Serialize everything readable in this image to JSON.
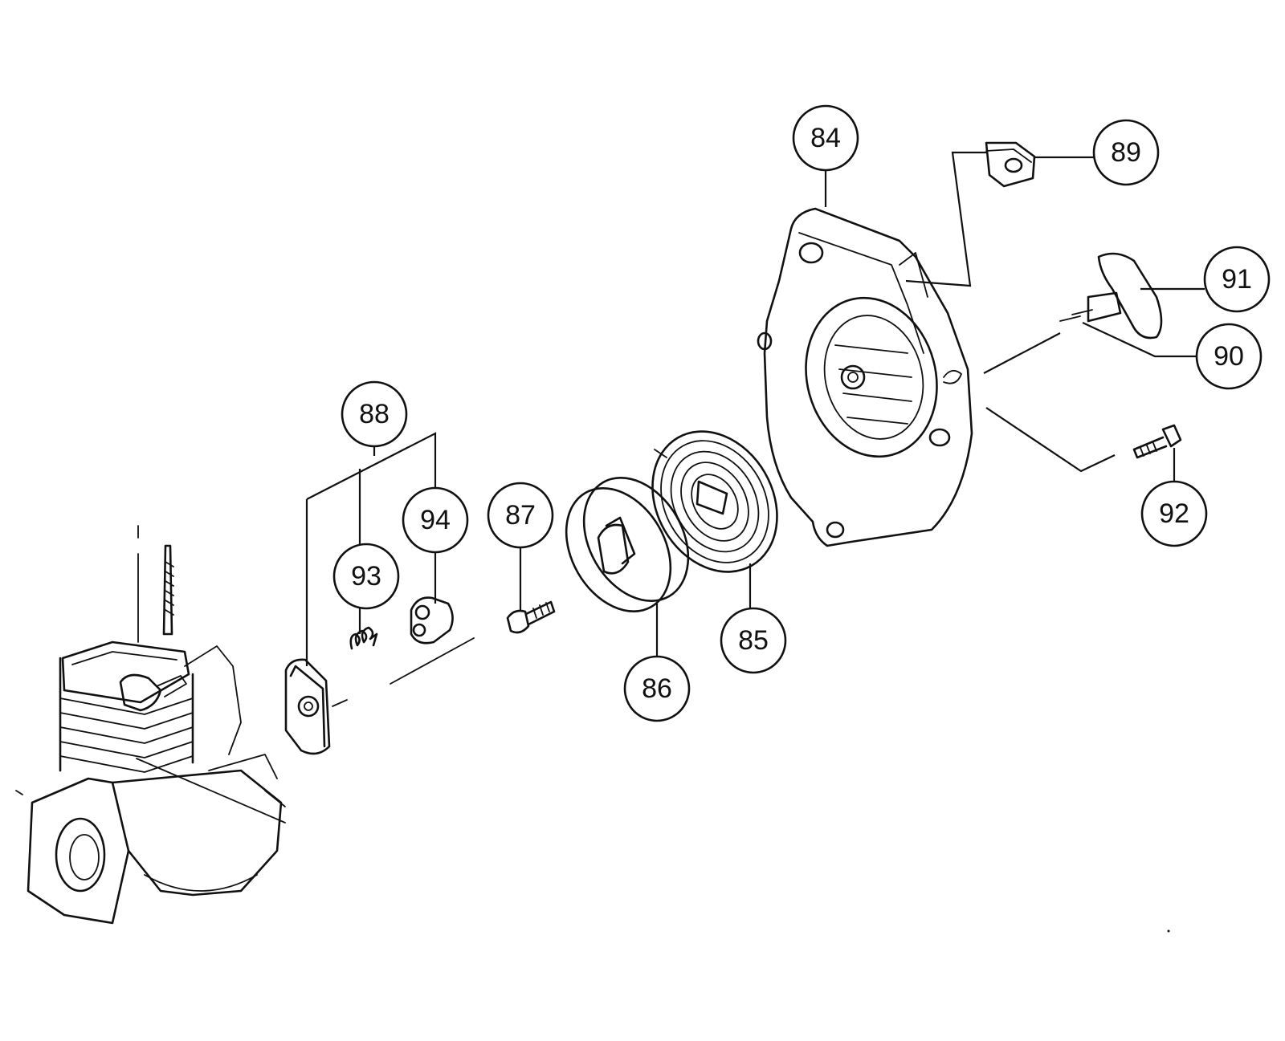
{
  "callouts": [
    {
      "id": "84",
      "label": "84"
    },
    {
      "id": "85",
      "label": "85"
    },
    {
      "id": "86",
      "label": "86"
    },
    {
      "id": "87",
      "label": "87"
    },
    {
      "id": "88",
      "label": "88"
    },
    {
      "id": "89",
      "label": "89"
    },
    {
      "id": "90",
      "label": "90"
    },
    {
      "id": "91",
      "label": "91"
    },
    {
      "id": "92",
      "label": "92"
    },
    {
      "id": "93",
      "label": "93"
    },
    {
      "id": "94",
      "label": "94"
    }
  ]
}
